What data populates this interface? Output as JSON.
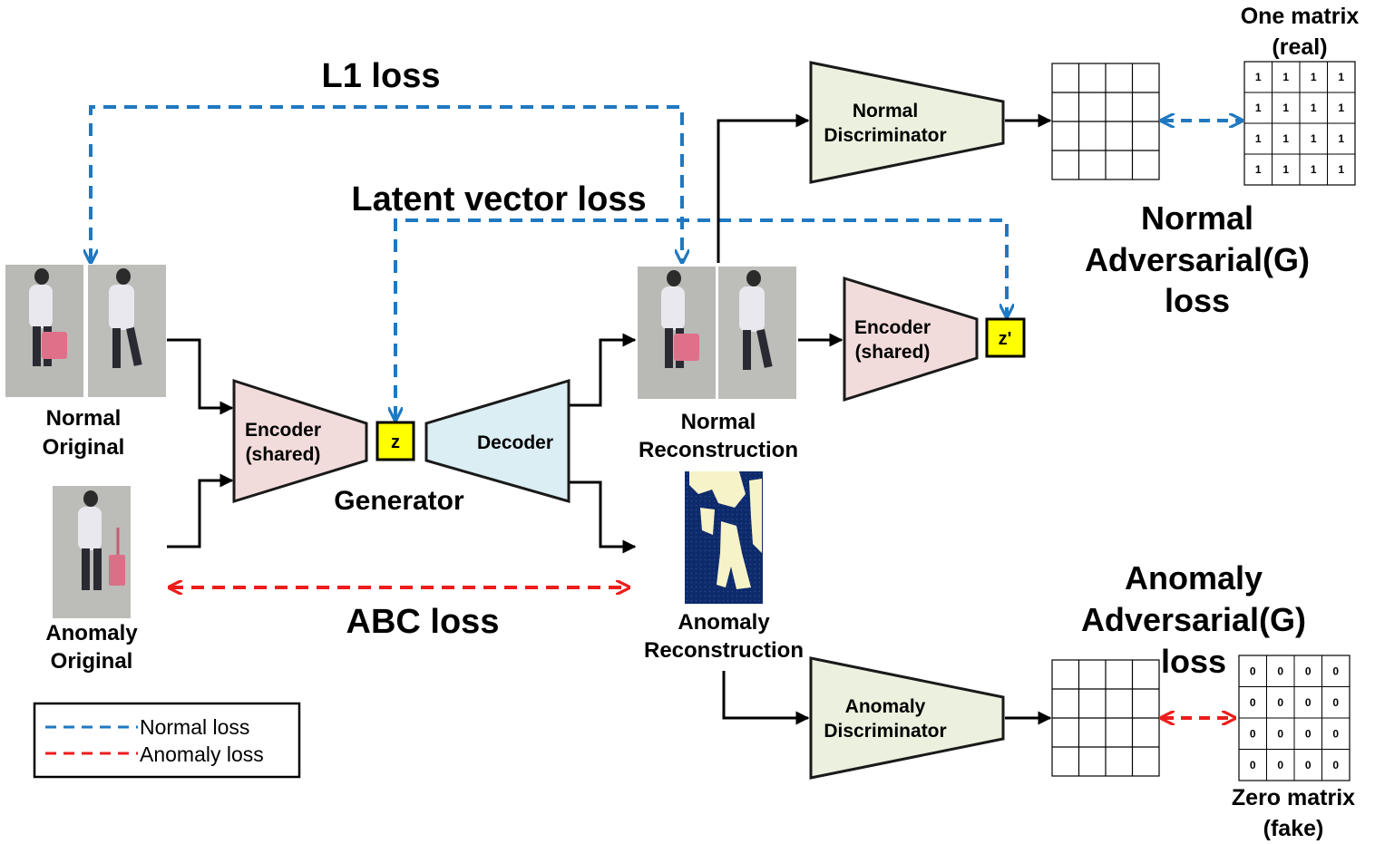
{
  "colors": {
    "normal_loss": "#1f78c1",
    "anomaly_loss": "#ee1c1c",
    "encoder_fill": "#f2dcdb",
    "decoder_fill": "#dbeef4",
    "discriminator_fill": "#ebf1de",
    "latent_fill": "#ffff00"
  },
  "labels": {
    "l1_loss": "L1 loss",
    "latent_vector_loss": "Latent vector loss",
    "abc_loss": "ABC loss",
    "generator": "Generator",
    "normal_adv_1": "Normal",
    "normal_adv_2": "Adversarial(G)",
    "normal_adv_3": "loss",
    "anomaly_adv_1": "Anomaly",
    "anomaly_adv_2": "Adversarial(G)",
    "anomaly_adv_3": "loss",
    "one_matrix_1": "One matrix",
    "one_matrix_2": "(real)",
    "zero_matrix_1": "Zero matrix",
    "zero_matrix_2": "(fake)",
    "normal_original_1": "Normal",
    "normal_original_2": "Original",
    "anomaly_original_1": "Anomaly",
    "anomaly_original_2": "Original",
    "normal_recon_1": "Normal",
    "normal_recon_2": "Reconstruction",
    "anomaly_recon_1": "Anomaly",
    "anomaly_recon_2": "Reconstruction"
  },
  "blocks": {
    "encoder_1": "Encoder",
    "encoder_2": "(shared)",
    "encoder2_1": "Encoder",
    "encoder2_2": "(shared)",
    "decoder": "Decoder",
    "z": "z",
    "z_prime": "z'",
    "normal_disc_1": "Normal",
    "normal_disc_2": "Discriminator",
    "anomaly_disc_1": "Anomaly",
    "anomaly_disc_2": "Discriminator"
  },
  "legend": {
    "normal": "Normal loss",
    "anomaly": "Anomaly loss"
  },
  "matrices": {
    "one": [
      [
        "1",
        "1",
        "1",
        "1"
      ],
      [
        "1",
        "1",
        "1",
        "1"
      ],
      [
        "1",
        "1",
        "1",
        "1"
      ],
      [
        "1",
        "1",
        "1",
        "1"
      ]
    ],
    "zero": [
      [
        "0",
        "0",
        "0",
        "0"
      ],
      [
        "0",
        "0",
        "0",
        "0"
      ],
      [
        "0",
        "0",
        "0",
        "0"
      ],
      [
        "0",
        "0",
        "0",
        "0"
      ]
    ]
  }
}
